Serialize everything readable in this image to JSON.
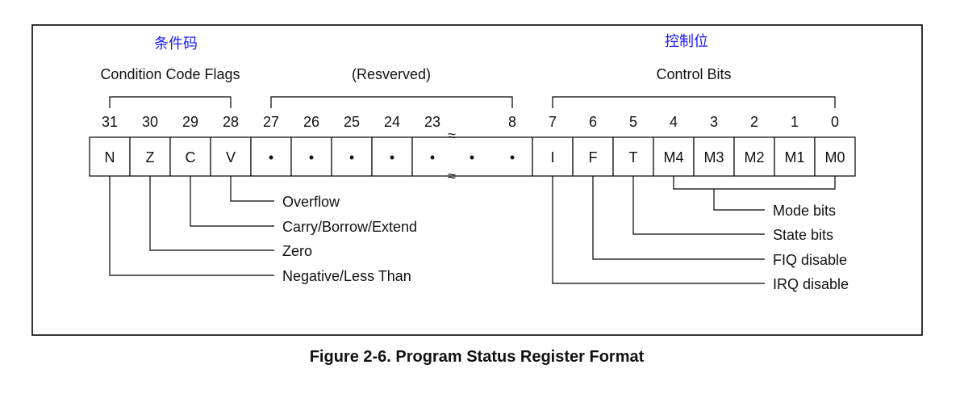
{
  "colors": {
    "cjk_heading": "#1a1aff",
    "ink": "#111111"
  },
  "headings": {
    "condition_cn": "条件码",
    "control_cn": "控制位",
    "condition_en": "Condition Code Flags",
    "reserved": "(Resverved)",
    "control_en": "Control Bits"
  },
  "bit_numbers": [
    "31",
    "30",
    "29",
    "28",
    "27",
    "26",
    "25",
    "24",
    "23",
    "8",
    "7",
    "6",
    "5",
    "4",
    "3",
    "2",
    "1",
    "0"
  ],
  "cells": [
    "N",
    "Z",
    "C",
    "V",
    "•",
    "•",
    "•",
    "•",
    "•",
    "•",
    "•",
    "I",
    "F",
    "T",
    "M4",
    "M3",
    "M2",
    "M1",
    "M0"
  ],
  "break_mark": "≈",
  "left_labels": [
    "Overflow",
    "Carry/Borrow/Extend",
    "Zero",
    "Negative/Less Than"
  ],
  "right_labels": [
    "Mode bits",
    "State bits",
    "FIQ disable",
    "IRQ disable"
  ],
  "caption": "Figure 2-6. Program Status Register Format"
}
